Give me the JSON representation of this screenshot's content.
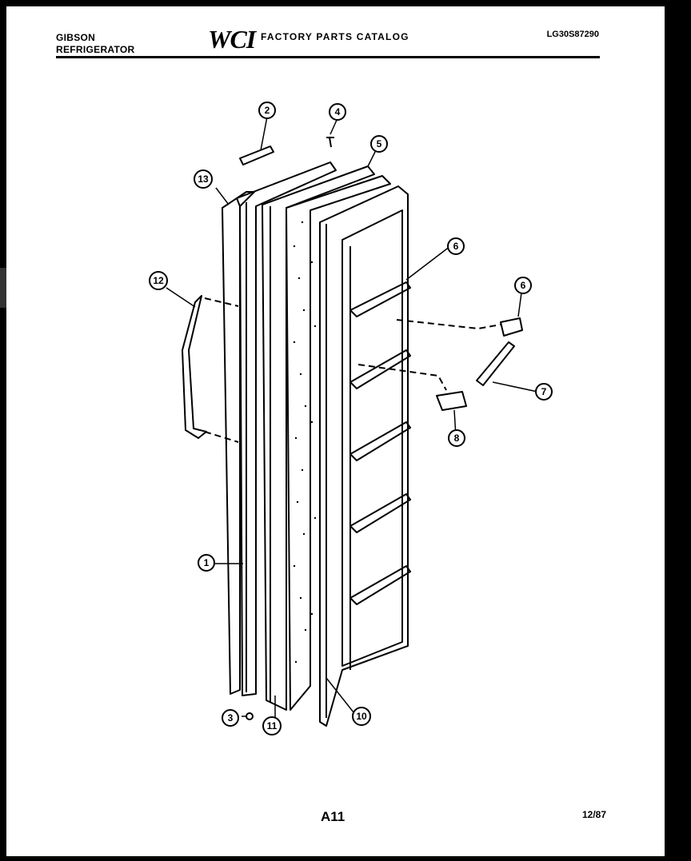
{
  "header": {
    "brand_line1": "GIBSON",
    "brand_line2": "REFRIGERATOR",
    "logo": "WCI",
    "catalog_title": "FACTORY PARTS CATALOG",
    "model_code": "LG30S87290"
  },
  "diagram": {
    "callouts": [
      "1",
      "2",
      "3",
      "4",
      "5",
      "6",
      "6",
      "7",
      "8",
      "10",
      "11",
      "12",
      "13"
    ]
  },
  "footer": {
    "page": "A11",
    "date": "12/87"
  }
}
